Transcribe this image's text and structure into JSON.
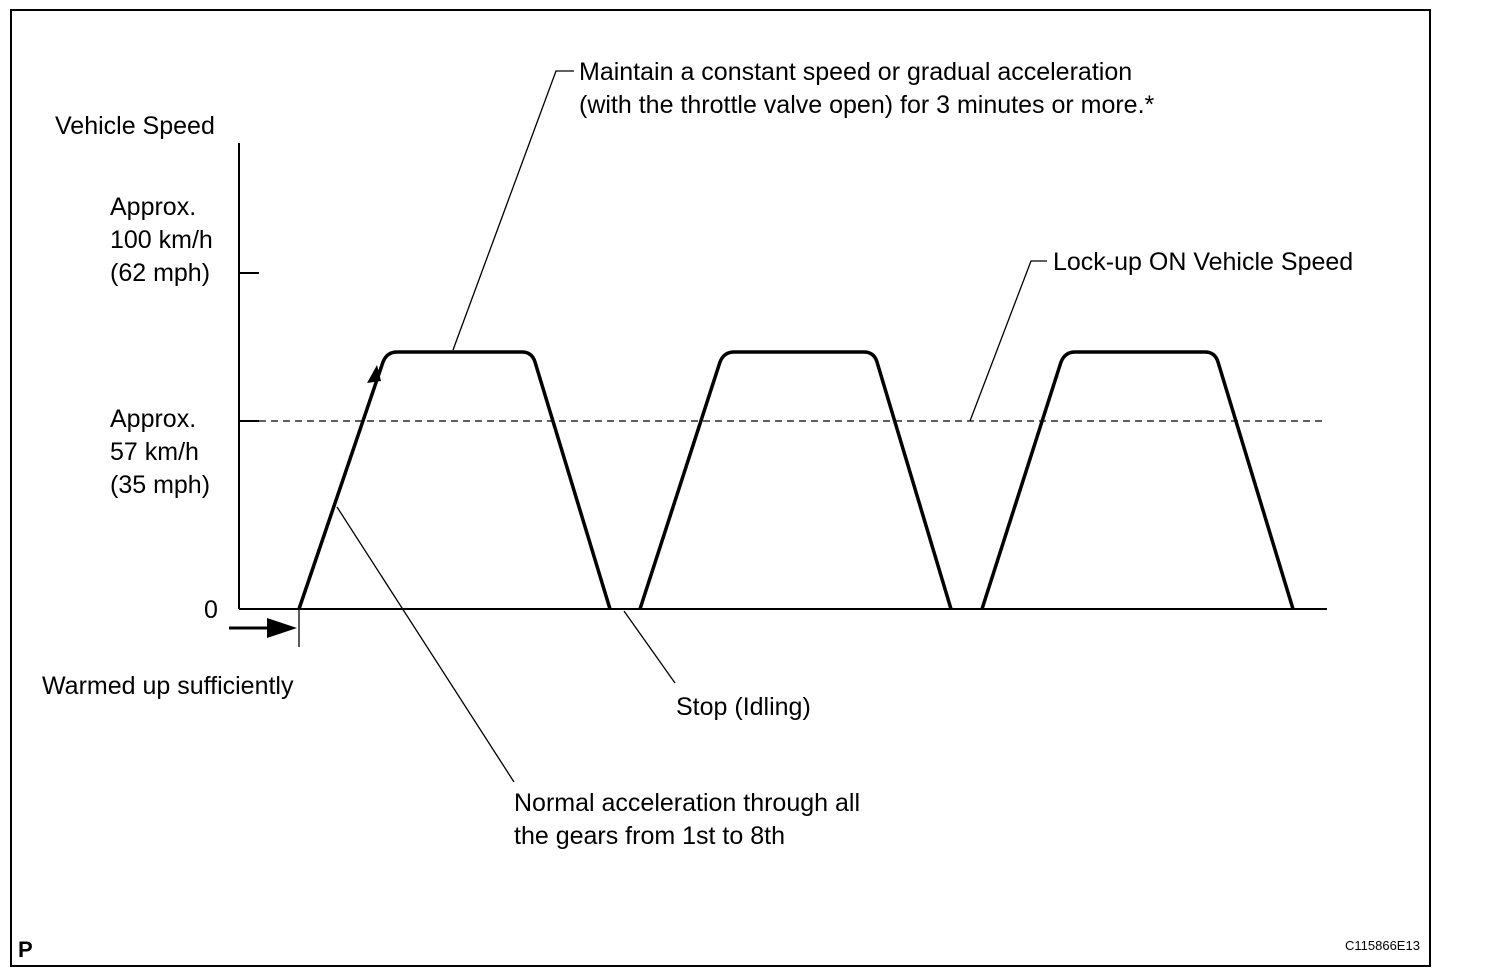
{
  "axis": {
    "y_title": "Vehicle Speed",
    "tick_high": [
      "Approx.",
      "100 km/h",
      "(62 mph)"
    ],
    "tick_mid": [
      "Approx.",
      "57 km/h",
      "(35 mph)"
    ],
    "tick_zero": "0"
  },
  "annotations": {
    "maintain": [
      "Maintain a constant speed or gradual acceleration",
      "(with the throttle valve open) for 3 minutes or more.*"
    ],
    "lockup": "Lock-up ON Vehicle Speed",
    "warmed": "Warmed up sufficiently",
    "stop": "Stop (Idling)",
    "normal_accel": [
      "Normal acceleration through all",
      "the gears from 1st to 8th"
    ]
  },
  "footer": {
    "corner_mark": "P",
    "figure_code": "C115866E13"
  },
  "colors": {
    "line": "#000000",
    "background": "#ffffff"
  }
}
